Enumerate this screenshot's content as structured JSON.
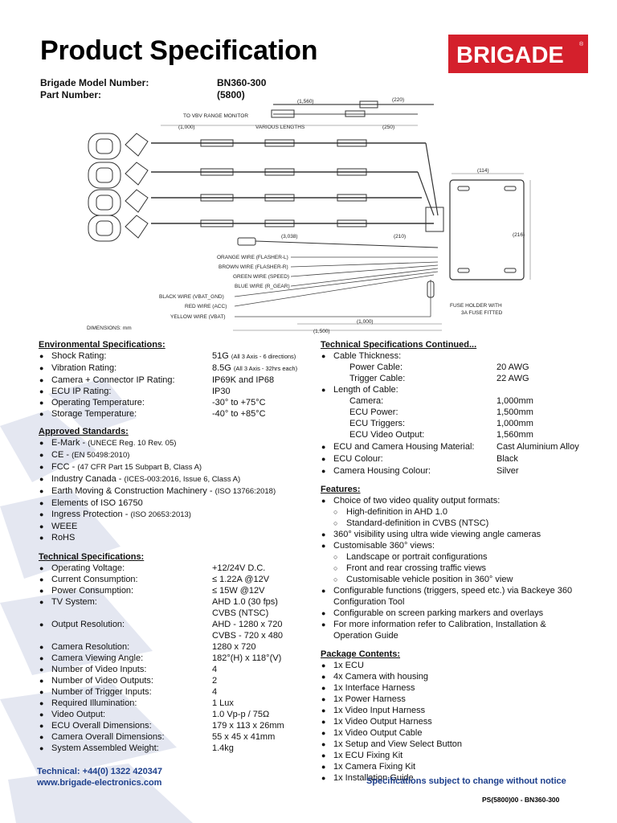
{
  "header": {
    "title": "Product Specification",
    "logo_text": "BRIGADE",
    "logo_mark": "®",
    "model_label": "Brigade Model Number:",
    "model_value": "BN360-300",
    "part_label": "Part Number:",
    "part_value": "(5800)"
  },
  "diagram": {
    "to_vbv": "TO VBV RANGE MONITOR",
    "dim_1560": "(1,560)",
    "dim_220": "(220)",
    "dim_1000_top": "(1,000)",
    "various": "VARIOUS LENGTHS",
    "dim_250": "(250)",
    "dim_114": "(114)",
    "dim_216": "(216)",
    "dim_3038": "(3,038)",
    "dim_210": "(210)",
    "orange": "ORANGE WIRE (FLASHER-L)",
    "brown": "BROWN WIRE (FLASHER-R)",
    "green": "GREEN WIRE (SPEED)",
    "blue": "BLUE WIRE (R_GEAR)",
    "black": "BLACK WIRE (VBAT_GND)",
    "red": "RED WIRE (ACC)",
    "yellow": "YELLOW WIRE (VBAT)",
    "fuse1": "FUSE HOLDER WITH",
    "fuse2": "3A FUSE FITTED",
    "dim_1000_bottom": "(1,000)",
    "dim_1500": "(1,500)",
    "dims_note": "DIMENSIONS: mm"
  },
  "environmental": {
    "title": "Environmental Specifications:",
    "items": [
      {
        "label": "Shock Rating:",
        "value": "51G",
        "note": "(All 3 Axis - 6 directions)"
      },
      {
        "label": "Vibration Rating:",
        "value": "8.5G",
        "note": "(All 3 Axis - 32hrs each)"
      },
      {
        "label": "Camera + Connector IP Rating:",
        "value": "IP69K and IP68",
        "note": ""
      },
      {
        "label": "ECU IP Rating:",
        "value": "IP30",
        "note": ""
      },
      {
        "label": "Operating Temperature:",
        "value": "-30° to +75°C",
        "note": ""
      },
      {
        "label": "Storage Temperature:",
        "value": "-40° to +85°C",
        "note": ""
      }
    ]
  },
  "approved": {
    "title": "Approved Standards:",
    "items": [
      {
        "main": "E-Mark - ",
        "note": "(UNECE Reg. 10 Rev. 05)"
      },
      {
        "main": "CE - ",
        "note": "(EN 50498:2010)"
      },
      {
        "main": "FCC - ",
        "note": "(47 CFR Part 15 Subpart B, Class A)"
      },
      {
        "main": "Industry Canada - ",
        "note": "(ICES-003:2016, Issue 6, Class A)"
      },
      {
        "main": "Earth Moving & Construction Machinery - ",
        "note": "(ISO 13766:2018)"
      },
      {
        "main": "Elements of ISO 16750",
        "note": ""
      },
      {
        "main": "Ingress Protection - ",
        "note": "(ISO 20653:2013)"
      },
      {
        "main": "WEEE",
        "note": ""
      },
      {
        "main": "RoHS",
        "note": ""
      }
    ]
  },
  "technical": {
    "title": "Technical Specifications:",
    "items": [
      {
        "label": "Operating Voltage:",
        "value": "+12/24V D.C."
      },
      {
        "label": "Current Consumption:",
        "value": "≤ 1.22A @12V"
      },
      {
        "label": "Power Consumption:",
        "value": "≤ 15W @12V"
      },
      {
        "label": "TV System:",
        "value": "AHD 1.0 (30 fps)",
        "value2": "CVBS (NTSC)"
      },
      {
        "label": "Output Resolution:",
        "value": "AHD - 1280 x 720",
        "value2": "CVBS - 720 x 480"
      },
      {
        "label": "Camera Resolution:",
        "value": "1280 x 720"
      },
      {
        "label": "Camera Viewing Angle:",
        "value": "182°(H) x 118°(V)"
      },
      {
        "label": "Number of Video Inputs:",
        "value": "4"
      },
      {
        "label": "Number of Video Outputs:",
        "value": "2"
      },
      {
        "label": "Number of Trigger Inputs:",
        "value": "4"
      },
      {
        "label": "Required Illumination:",
        "value": "1 Lux"
      },
      {
        "label": "Video Output:",
        "value": "1.0 Vp-p / 75Ω"
      },
      {
        "label": "ECU Overall Dimensions:",
        "value": "179 x 113 x 26mm"
      },
      {
        "label": "Camera Overall Dimensions:",
        "value": "55 x 45 x 41mm"
      },
      {
        "label": "System Assembled Weight:",
        "value": "1.4kg"
      }
    ]
  },
  "technical_cont": {
    "title": "Technical Specifications Continued...",
    "cable_thickness": "Cable Thickness:",
    "power_cable": "Power Cable:",
    "power_cable_val": "20 AWG",
    "trigger_cable": "Trigger Cable:",
    "trigger_cable_val": "22 AWG",
    "length": "Length of Cable:",
    "camera": "Camera:",
    "camera_val": "1,000mm",
    "ecu_power": "ECU Power:",
    "ecu_power_val": "1,500mm",
    "ecu_triggers": "ECU Triggers:",
    "ecu_triggers_val": "1,000mm",
    "ecu_video": "ECU Video Output:",
    "ecu_video_val": "1,560mm",
    "housing_mat": "ECU and Camera Housing Material:",
    "housing_mat_val": "Cast Aluminium Alloy",
    "ecu_colour": "ECU Colour:",
    "ecu_colour_val": "Black",
    "cam_colour": "Camera Housing Colour:",
    "cam_colour_val": "Silver"
  },
  "features": {
    "title": "Features:",
    "f1": "Choice of two video quality output formats:",
    "f1a": "High-definition in AHD 1.0",
    "f1b": "Standard-definition in CVBS (NTSC)",
    "f2": "360° visibility using ultra wide viewing angle cameras",
    "f3": "Customisable 360° views:",
    "f3a": "Landscape or portrait configurations",
    "f3b": "Front and rear crossing traffic views",
    "f3c": "Customisable vehicle position in 360° view",
    "f4a": "Configurable functions (triggers, speed etc.) via Backeye 360",
    "f4b": "Configuration Tool",
    "f5": "Configurable on screen parking markers and overlays",
    "f6a": "For more information refer to Calibration, Installation &",
    "f6b": "Operation Guide"
  },
  "package": {
    "title": "Package Contents:",
    "items": [
      "1x ECU",
      "4x Camera with housing",
      "1x Interface Harness",
      "1x Power Harness",
      "1x Video Input Harness",
      "1x Video Output Harness",
      "1x Video Output Cable",
      "1x Setup and View Select Button",
      "1x ECU Fixing Kit",
      "1x Camera Fixing Kit",
      "1x Installation Guide"
    ]
  },
  "footer": {
    "technical": "Technical: +44(0) 1322 420347",
    "website": "www.brigade-electronics.com",
    "disclaimer": "Specifications subject to change without notice",
    "doc_code": "PS(5800)00 - BN360-300"
  },
  "colors": {
    "brand_red": "#d4202c",
    "footer_blue": "#1d3f8c",
    "watermark": "#e3e6f0"
  }
}
